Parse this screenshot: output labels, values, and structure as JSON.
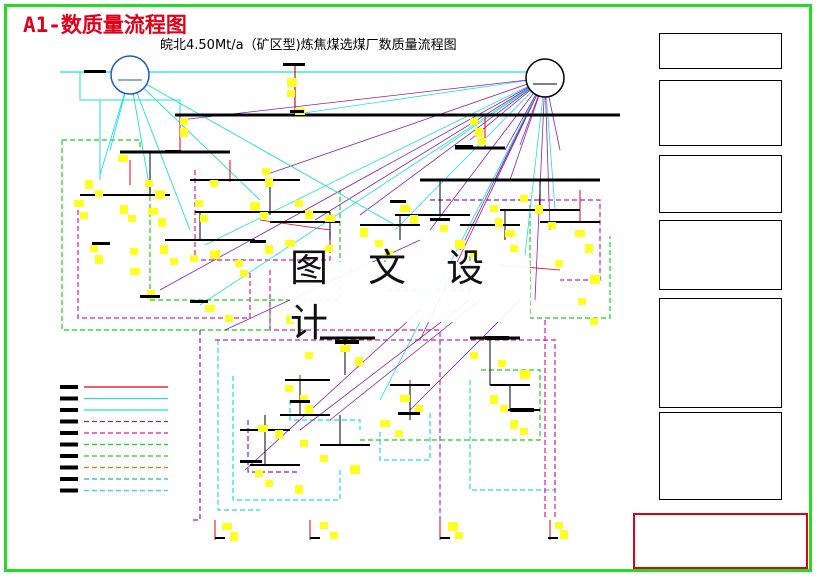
{
  "stamp": "A1-数质量流程图",
  "drawing_title": "皖北4.50Mt/a（矿区型)炼焦煤选煤厂数质量流程图",
  "watermark": "图 文 设 计",
  "colors": {
    "frame": "#22dd22",
    "stamp": "#e0001a",
    "node": "#ffff22",
    "main_line": "#e0001a",
    "water_line": "#22dddd",
    "slurry_line": "#8822aa",
    "green_dash": "#22cc22",
    "magenta_dash": "#cc2299"
  },
  "legend_line_colors": [
    "#e0001a",
    "#22dddd",
    "#22dddd",
    "#8822aa",
    "#cc2299",
    "#22cc22",
    "#22cc22",
    "#cc8800",
    "#22bbbb",
    "#22dddd"
  ]
}
